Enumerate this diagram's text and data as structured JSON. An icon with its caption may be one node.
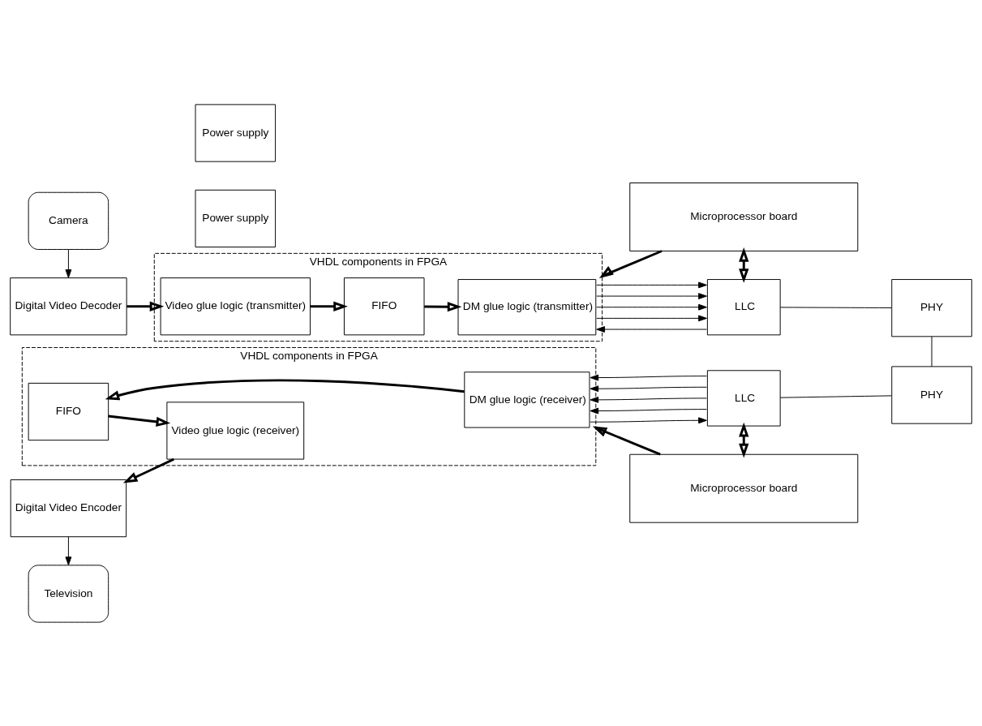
{
  "diagram": {
    "nodes": [
      {
        "text": [
          "Camera"
        ]
      },
      {
        "text": [
          "Power supply"
        ]
      },
      {
        "text": [
          "Microprocessor board"
        ]
      },
      {
        "text": [
          "VHDL components in FPGA"
        ]
      },
      {
        "text": [
          "Digital Video Decoder"
        ]
      },
      {
        "text": [
          "Video glue logic (transmitter)"
        ],
        "in": 3
      },
      {
        "text": [
          "FIFO"
        ],
        "in": 3
      },
      {
        "text": [
          "DM glue logic (transmitter)"
        ],
        "in": 3
      },
      {
        "text": [
          "LLC"
        ]
      },
      {
        "text": [
          "PHY"
        ]
      },
      {
        "text": [
          "VHDL components in FPGA"
        ]
      },
      {
        "text": [
          "Digital Video Encoder"
        ]
      },
      {
        "text": [
          "Video glue logic (receiver)"
        ],
        "in": 10
      },
      {
        "text": [
          "FIFO"
        ],
        "in": 10
      },
      {
        "text": [
          "DM glue logic (receiver)"
        ],
        "in": 10
      },
      {
        "text": [
          "LLC"
        ]
      },
      {
        "text": [
          "PHY"
        ]
      },
      {
        "text": [
          "Television"
        ]
      },
      {
        "text": [
          "Power supply"
        ]
      },
      {
        "text": [
          "Microprocessor board"
        ]
      }
    ],
    "edges": [
      {
        "from": 0,
        "to": 4,
        "arrow": "to"
      },
      {
        "from": 2,
        "to": 3,
        "arrow": "to",
        "style": "thick"
      },
      {
        "from": 2,
        "to": 8,
        "arrow": "both",
        "style": "thick"
      },
      {
        "from": 4,
        "to": 5,
        "arrow": "to",
        "style": "thick"
      },
      {
        "from": 5,
        "to": 6,
        "arrow": "to",
        "style": "thick"
      },
      {
        "from": 6,
        "to": 7,
        "arrow": "to",
        "style": "thick"
      },
      {
        "from": 7,
        "to": 8,
        "arrow": "to"
      },
      {
        "from": 7,
        "to": 8,
        "arrow": "to"
      },
      {
        "from": 7,
        "to": 8,
        "arrow": "to"
      },
      {
        "from": 7,
        "to": 8,
        "arrow": "to"
      },
      {
        "from": 8,
        "to": 7,
        "arrow": "to"
      },
      {
        "from": 8,
        "to": 9,
        "arrow": "none"
      },
      {
        "from": 9,
        "to": 16,
        "arrow": "none"
      },
      {
        "from": 15,
        "to": 14,
        "arrow": "to"
      },
      {
        "from": 15,
        "to": 14,
        "arrow": "to"
      },
      {
        "from": 15,
        "to": 14,
        "arrow": "to"
      },
      {
        "from": 15,
        "to": 14,
        "arrow": "to"
      },
      {
        "from": 14,
        "to": 15,
        "arrow": "to"
      },
      {
        "from": 15,
        "to": 16,
        "arrow": "none"
      },
      {
        "from": 14,
        "to": 13,
        "arrow": "to",
        "style": "thick"
      },
      {
        "from": 13,
        "to": 12,
        "arrow": "to",
        "style": "thick"
      },
      {
        "from": 12,
        "to": 11,
        "arrow": "to",
        "style": "thick"
      },
      {
        "from": 11,
        "to": 17,
        "arrow": "to"
      },
      {
        "from": 15,
        "to": 19,
        "arrow": "both",
        "style": "thick"
      },
      {
        "from": 19,
        "to": 10,
        "arrow": "to",
        "style": "thick"
      }
    ]
  }
}
